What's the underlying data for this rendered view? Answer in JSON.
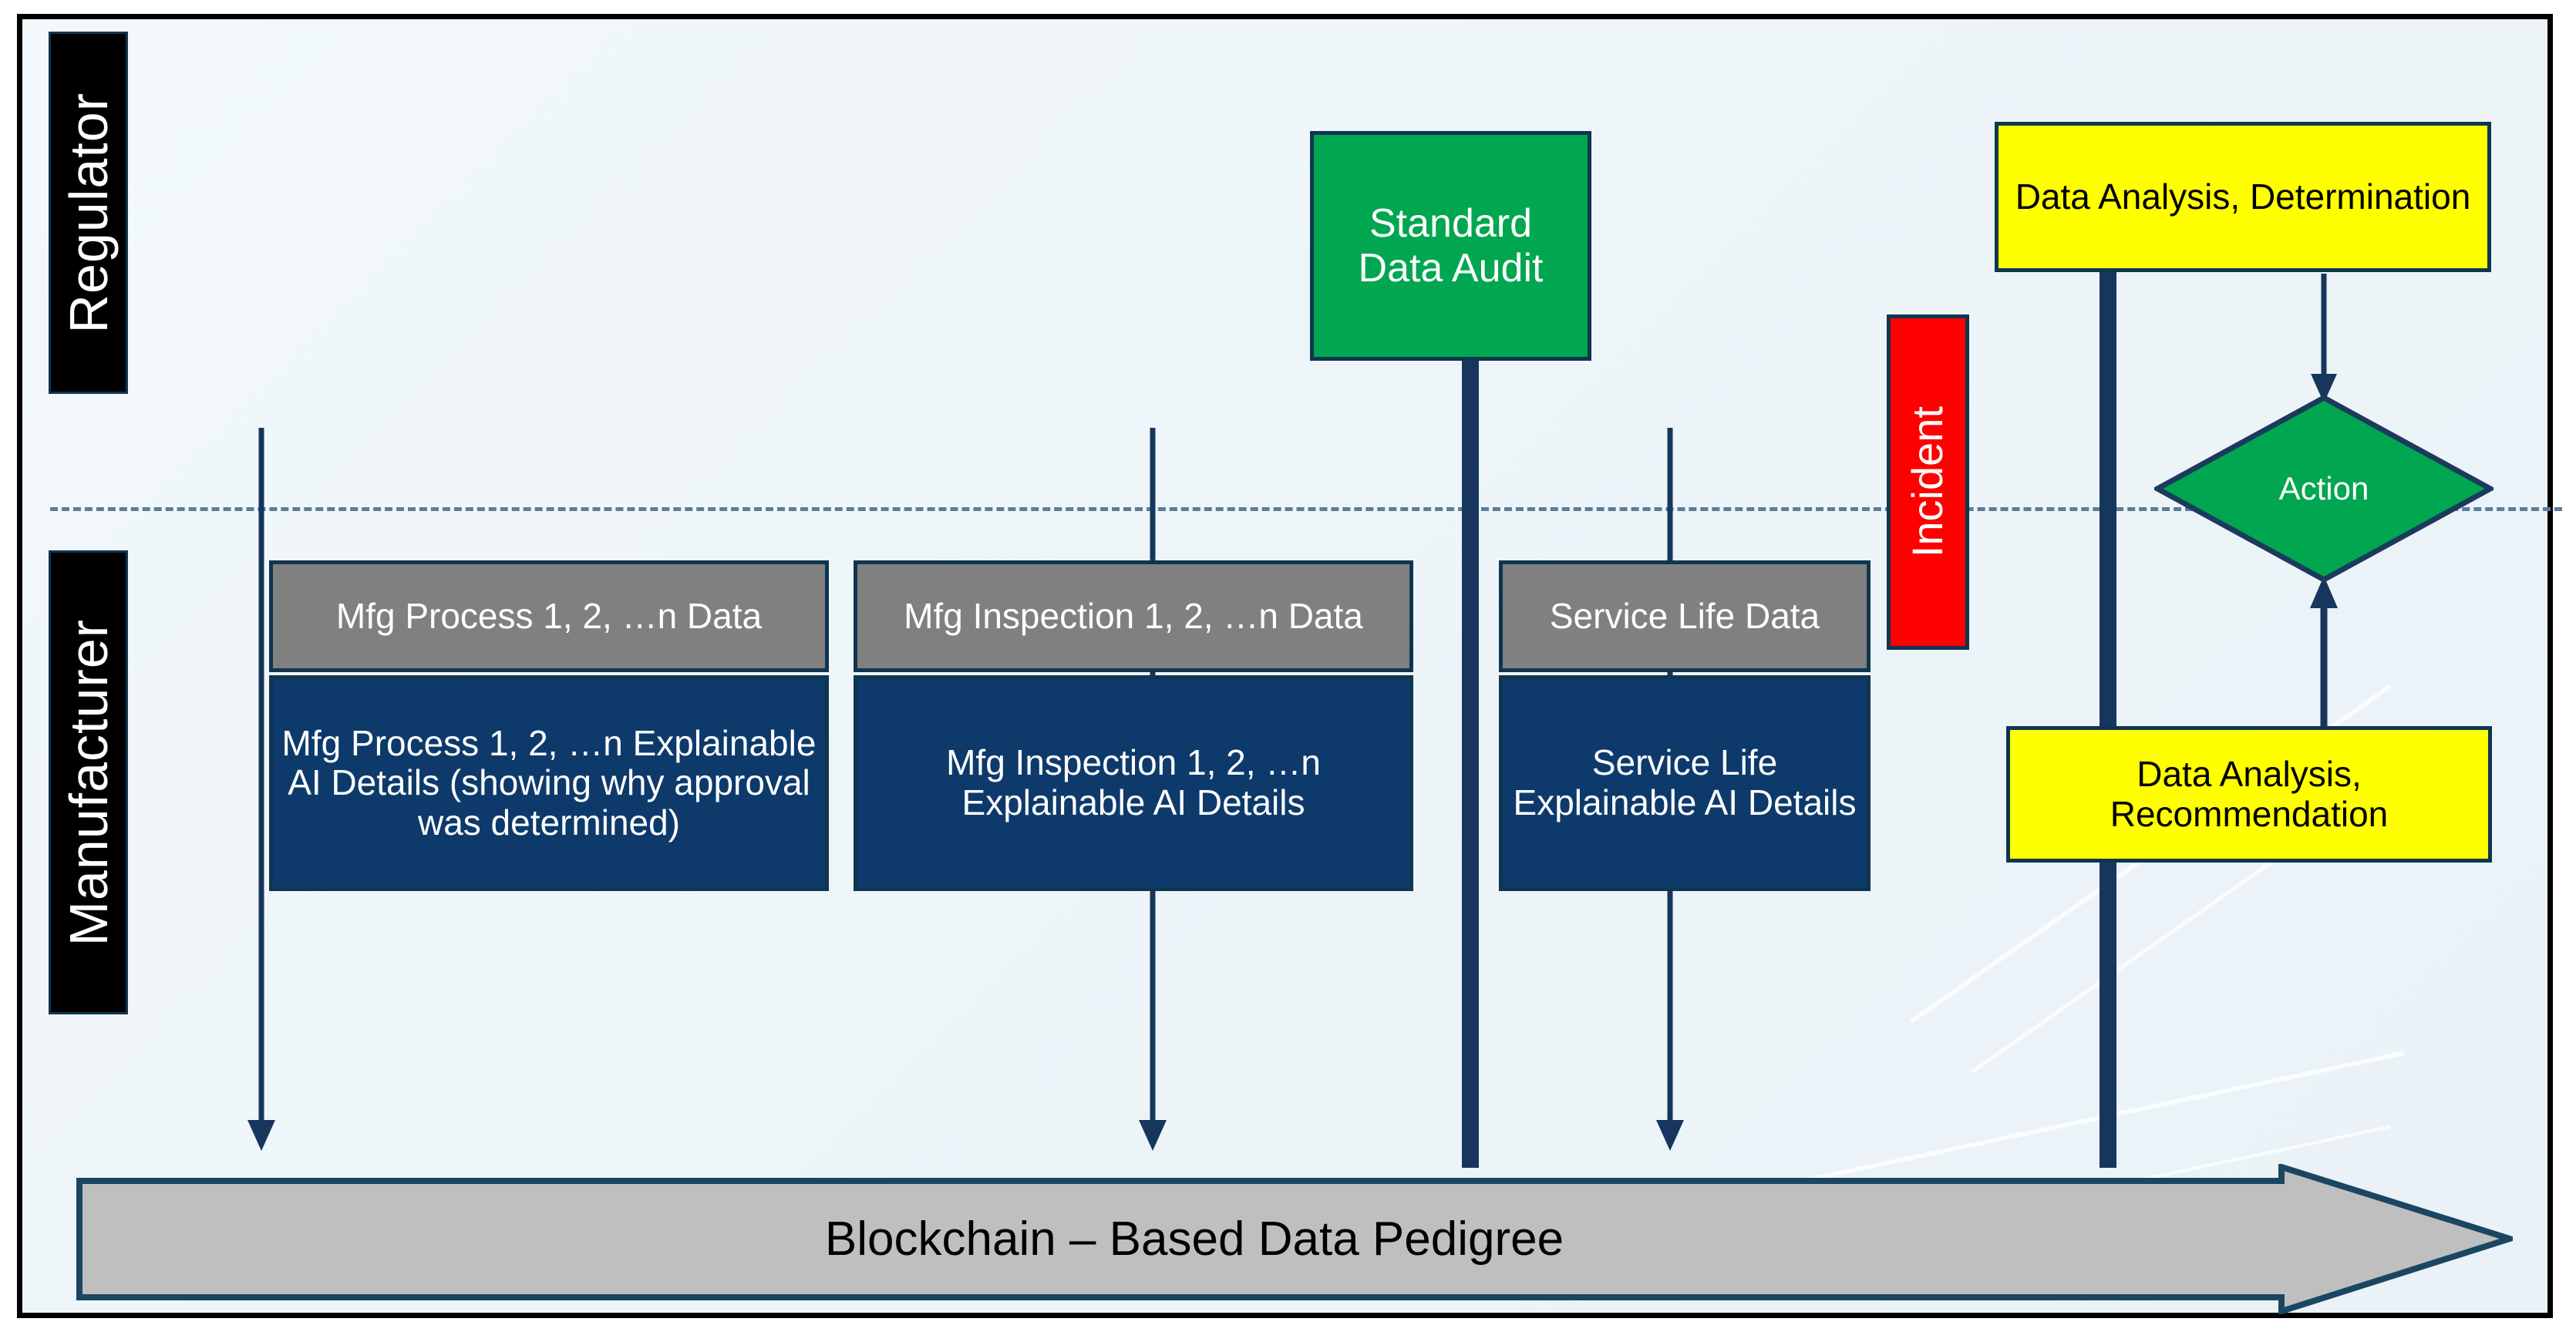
{
  "diagram": {
    "title_present": false,
    "lanes": [
      {
        "id": "regulator",
        "label": "Regulator"
      },
      {
        "id": "manufacturer",
        "label": "Manufacturer"
      }
    ],
    "nodes": {
      "mfg_process_data": "Mfg Process 1, 2, …n Data",
      "mfg_process_xai": "Mfg Process 1, 2, …n Explainable AI Details (showing why approval was determined)",
      "mfg_inspection_data": "Mfg Inspection 1, 2, …n Data",
      "mfg_inspection_xai": "Mfg Inspection 1, 2, …n Explainable AI Details",
      "service_life_data": "Service Life Data",
      "service_life_xai": "Service Life Explainable AI Details",
      "standard_data_audit": "Standard Data Audit",
      "incident": "Incident",
      "data_analysis_determination": "Data Analysis, Determination",
      "data_analysis_recommendation": "Data Analysis, Recommendation",
      "action": "Action",
      "blockchain": "Blockchain – Based Data Pedigree"
    },
    "colors": {
      "lane_label_bg": "#000000",
      "lane_label_text": "#ffffff",
      "data_box": "#808080",
      "xai_box": "#0d3a6b",
      "audit_box": "#00a650",
      "incident_box": "#ff0000",
      "analysis_box": "#ffff00",
      "action_diamond": "#00a650",
      "blockchain_bar": "#bfbfbf",
      "border": "#0f3550",
      "connector": "#17365d",
      "divider": "#5b7d99",
      "canvas_bg": "#eef5f9",
      "frame_border": "#000000"
    }
  }
}
